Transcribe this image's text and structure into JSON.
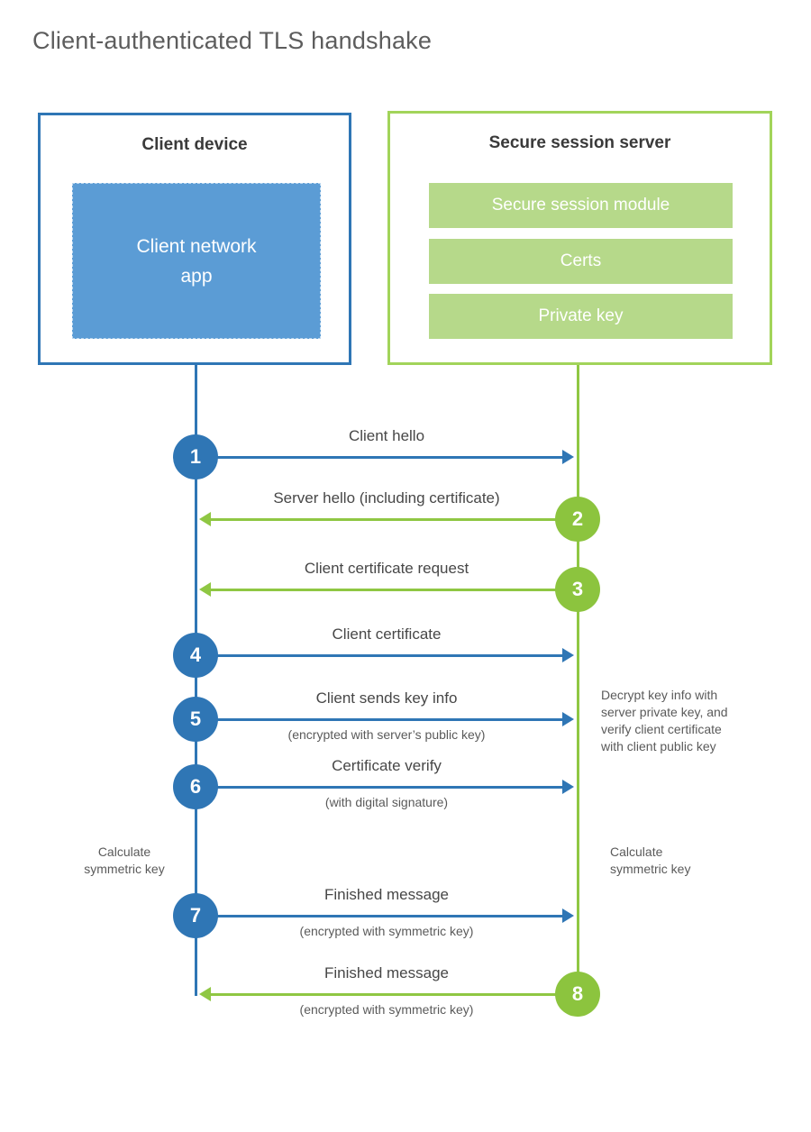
{
  "title": "Client-authenticated TLS handshake",
  "colors": {
    "blue_primary": "#2f76b5",
    "blue_fill": "#5b9cd5",
    "green_primary": "#8fc743",
    "green_border": "#a2d45a",
    "green_fill": "#b6d98a",
    "text_dark": "#3a3a3a",
    "text_gray": "#5a5a5a"
  },
  "client_box": {
    "title": "Client device",
    "app_label": "Client network\napp"
  },
  "server_box": {
    "title": "Secure session server",
    "modules": [
      "Secure session module",
      "Certs",
      "Private key"
    ]
  },
  "steps": [
    {
      "num": "1",
      "label": "Client hello",
      "direction": "right",
      "color": "blue"
    },
    {
      "num": "2",
      "label": "Server hello (including certificate)",
      "direction": "left",
      "color": "green"
    },
    {
      "num": "3",
      "label": "Client certificate request",
      "direction": "left",
      "color": "green"
    },
    {
      "num": "4",
      "label": "Client certificate",
      "direction": "right",
      "color": "blue"
    },
    {
      "num": "5",
      "label": "Client sends key info",
      "sublabel": "(encrypted with server’s public key)",
      "direction": "right",
      "color": "blue"
    },
    {
      "num": "6",
      "label": "Certificate verify",
      "sublabel": "(with digital signature)",
      "direction": "right",
      "color": "blue"
    },
    {
      "num": "7",
      "label": "Finished message",
      "sublabel": "(encrypted with symmetric key)",
      "direction": "right",
      "color": "blue"
    },
    {
      "num": "8",
      "label": "Finished message",
      "sublabel": "(encrypted with symmetric key)",
      "direction": "left",
      "color": "green"
    }
  ],
  "notes": {
    "decrypt": "Decrypt key info with server private key, and verify client certificate with client public key",
    "calc_left": "Calculate symmetric key",
    "calc_right": "Calculate symmetric key"
  }
}
